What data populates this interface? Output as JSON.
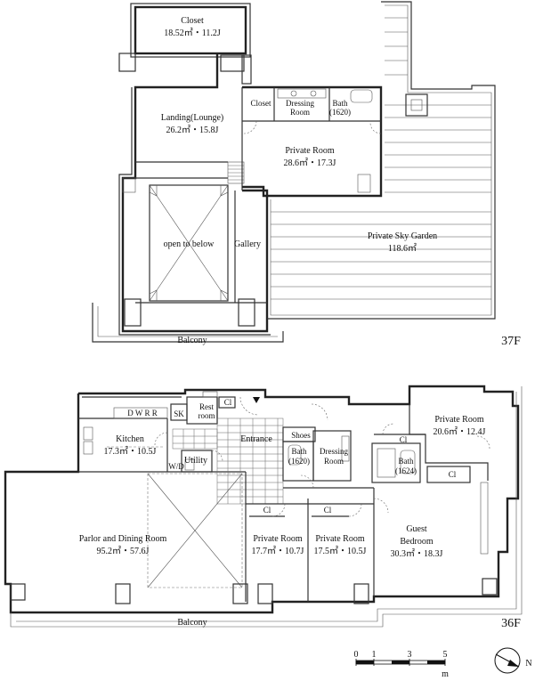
{
  "floors": {
    "upper": {
      "label": "37F",
      "rooms": {
        "closet": {
          "name": "Closet",
          "area": "18.52㎡・11.2J"
        },
        "landing": {
          "name": "Landing(Lounge)",
          "area": "26.2㎡・15.8J"
        },
        "closet_small": {
          "name": "Closet"
        },
        "dressing_line1": "Dressing",
        "dressing_line2": "Room",
        "bath_line1": "Bath",
        "bath_line2": "(1620)",
        "private_room": {
          "name": "Private Room",
          "area": "28.6㎡・17.3J"
        },
        "open_to_below": "open to below",
        "gallery": "Gallery",
        "sky_garden": {
          "name": "Private Sky Garden",
          "area": "118.6㎡"
        },
        "balcony": "Balcony"
      }
    },
    "lower": {
      "label": "36F",
      "rooms": {
        "rest_line1": "Rest",
        "rest_line2": "room",
        "cl": "Cl",
        "sk": "SK",
        "dwr": "D W R   R",
        "kitchen": {
          "name": "Kitchen",
          "area": "17.3㎡・10.5J"
        },
        "utility": "Utility",
        "wd": "W/D",
        "entrance": "Entrance",
        "shoes": "Shoes",
        "bath_line1": "Bath",
        "bath_line2": "(1620)",
        "dressing_line1": "Dressing",
        "dressing_line2": "Room",
        "bath2_line1": "Bath",
        "bath2_line2": "(1624)",
        "private_room_ne": {
          "name": "Private Room",
          "area": "20.6㎡・12.4J"
        },
        "parlor": {
          "name": "Parlor and Dining Room",
          "area": "95.2㎡・57.6J"
        },
        "private_room_a": {
          "name": "Private Room",
          "area": "17.7㎡・10.7J"
        },
        "private_room_b": {
          "name": "Private Room",
          "area": "17.5㎡・10.5J"
        },
        "guest_line1": "Guest",
        "guest_line2": "Bedroom",
        "guest_area": "30.3㎡・18.3J",
        "balcony": "Balcony"
      }
    }
  },
  "scale_bar": {
    "ticks": [
      "0",
      "1",
      "3",
      "5"
    ],
    "unit": "m"
  },
  "compass": {
    "north_label": "N"
  }
}
